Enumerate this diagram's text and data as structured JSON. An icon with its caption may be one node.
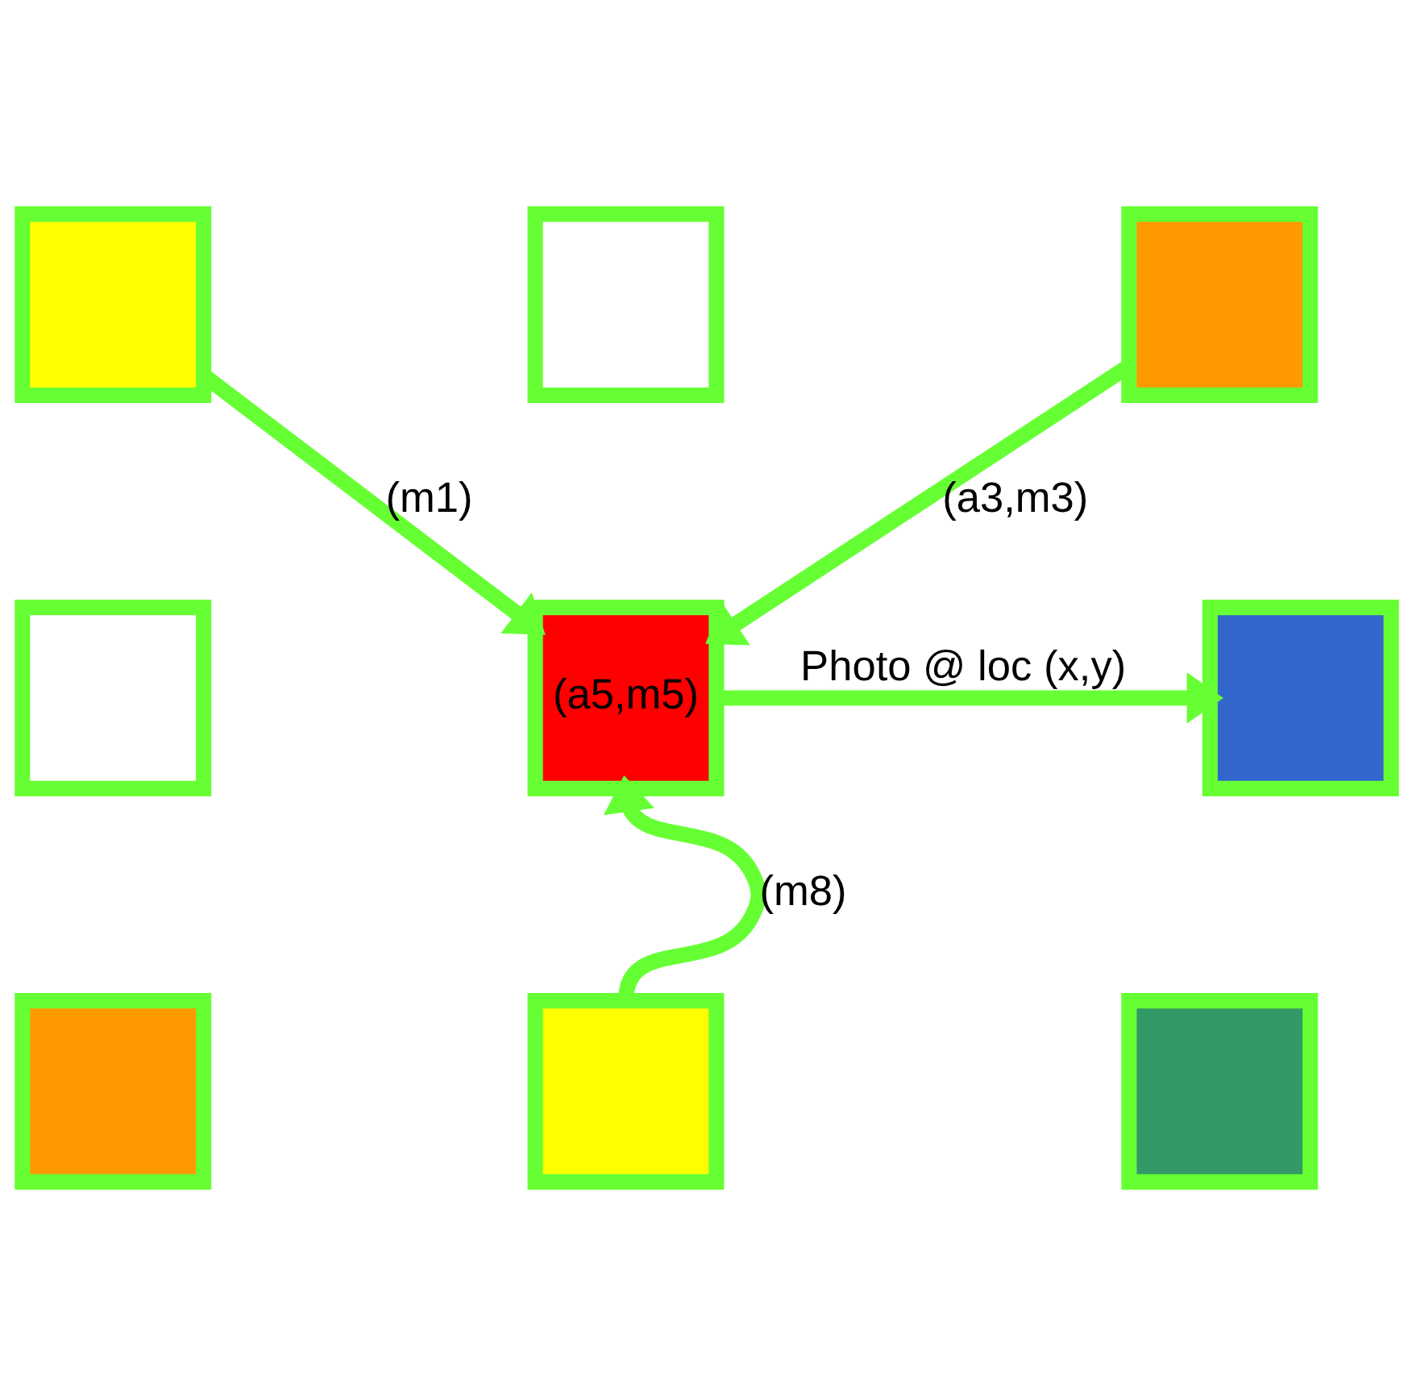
{
  "diagram": {
    "nodes": [
      {
        "text": [],
        "shape": "box"
      },
      {
        "text": [],
        "shape": "box"
      },
      {
        "text": [],
        "shape": "box"
      },
      {
        "text": [],
        "shape": "box"
      },
      {
        "text": [
          "(a5,m5)"
        ]
      },
      {
        "text": [],
        "shape": "box"
      },
      {
        "text": [],
        "shape": "box"
      },
      {
        "text": [],
        "shape": "box"
      },
      {
        "text": [],
        "shape": "box"
      }
    ],
    "edges": [
      {
        "from": 0,
        "to": 4,
        "arrow": "to",
        "label": "(m1)"
      },
      {
        "from": 2,
        "to": 4,
        "arrow": "to",
        "label": "(a3,m3)"
      },
      {
        "from": 4,
        "to": 5,
        "arrow": "to",
        "label": "Photo @ loc (x,y)"
      },
      {
        "from": 7,
        "to": 4,
        "arrow": "to",
        "label": "(m8)"
      }
    ]
  }
}
